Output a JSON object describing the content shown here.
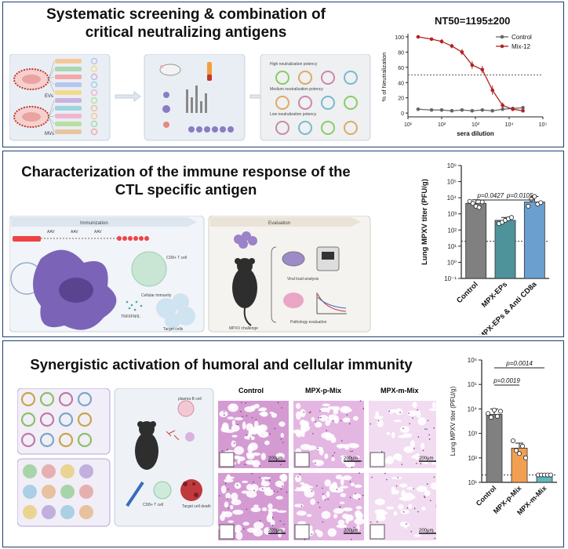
{
  "panel1": {
    "title_line1": "Systematic screening & combination of",
    "title_line2": "critical neutralizing antigens",
    "ev_label": "EVs",
    "mv_label": "MVs",
    "legend_high": "High neutralization potency",
    "legend_medium": "Medium neutralization potency",
    "legend_low": "Low neutralization potency"
  },
  "panel2": {
    "title_line1": "Characterization of the immune response of the",
    "title_line2": "CTL specific antigen",
    "immunization_label": "Immunization",
    "evaluation_label": "Evaluation",
    "aav_label": "AAV",
    "cd8_label": "CD8+ T cell",
    "cellular_label": "Cellular immunity",
    "cytokine_label": "TNF/IFN/IL",
    "target_label": "Target cells",
    "challenge_label": "MPXV challenge",
    "viral_label": "Viral load analysis",
    "pathology_label": "Pathology evaluation"
  },
  "panel3": {
    "title": "Synergistic activation of humoral and cellular immunity",
    "plasma_label": "plasma B cell",
    "cd8_label": "CD8+ T cell",
    "death_label": "Target cell death",
    "histo_cols": [
      "Control",
      "MPX-p-Mix",
      "MPX-m-Mix"
    ],
    "scale_label": "200μm"
  },
  "chart_data": [
    {
      "type": "line",
      "title": "NT50=1195±200",
      "xlabel": "sera dilution",
      "ylabel": "% of Neutralization",
      "xscale": "log",
      "xlim": [
        10,
        100000
      ],
      "ylim": [
        -5,
        100
      ],
      "x_ticks": [
        "10¹",
        "10²",
        "10³",
        "10⁴",
        "10⁵"
      ],
      "y_ticks": [
        "0",
        "20",
        "40",
        "60",
        "80",
        "100"
      ],
      "reference_line_y": 50,
      "legend_position": "top-right",
      "colors": {
        "Control": "#666666",
        "Mix-12": "#b22222"
      },
      "series": [
        {
          "name": "Control",
          "x": [
            20,
            50,
            100,
            200,
            400,
            800,
            1600,
            3200,
            6400,
            12800,
            25600
          ],
          "y": [
            5,
            4,
            4,
            3,
            4,
            3,
            4,
            3,
            5,
            6,
            7
          ],
          "err": [
            1,
            1,
            1,
            1,
            1,
            1,
            1,
            1,
            1,
            1,
            1
          ]
        },
        {
          "name": "Mix-12",
          "x": [
            20,
            50,
            100,
            200,
            400,
            800,
            1600,
            3200,
            6400,
            12800,
            25600
          ],
          "y": [
            100,
            97,
            94,
            88,
            80,
            63,
            57,
            30,
            10,
            5,
            3
          ],
          "err": [
            1,
            2,
            3,
            3,
            4,
            5,
            5,
            6,
            4,
            2,
            1
          ]
        }
      ]
    },
    {
      "type": "bar",
      "ylabel": "Lung MPXV titer (PFU/g)",
      "yscale": "log",
      "ylim": [
        0.1,
        1000000
      ],
      "y_ticks": [
        "10⁻¹",
        "10⁰",
        "10¹",
        "10²",
        "10³",
        "10⁴",
        "10⁵",
        "10⁶"
      ],
      "categories": [
        "Control",
        "MPX-EPs",
        "MPX-EPs & Anti CD8a"
      ],
      "values": [
        4500,
        400,
        5500
      ],
      "error_high": [
        7500,
        600,
        12000
      ],
      "points": [
        [
          6000,
          4500,
          3000,
          2500,
          5500
        ],
        [
          250,
          300,
          400,
          500,
          600
        ],
        [
          3000,
          8000,
          12000,
          4000,
          5000
        ]
      ],
      "colors": [
        "#808080",
        "#4d9399",
        "#6a9fd0"
      ],
      "detection_limit": 20,
      "annotations": [
        {
          "text": "p=0.0427",
          "from": 0,
          "to": 1
        },
        {
          "text": "p=0.0105",
          "from": 1,
          "to": 2
        }
      ]
    },
    {
      "type": "bar",
      "ylabel": "Lung MPXV titer (PFU/g)",
      "yscale": "log",
      "ylim": [
        10,
        1000000
      ],
      "y_ticks": [
        "10¹",
        "10²",
        "10³",
        "10⁴",
        "10⁵",
        "10⁶"
      ],
      "categories": [
        "Control",
        "MPX-p-Mix",
        "MPX-m-Mix"
      ],
      "values": [
        6000,
        250,
        20
      ],
      "error_high": [
        10000,
        400,
        20
      ],
      "points": [
        [
          6500,
          4500,
          9000,
          5000,
          8000
        ],
        [
          500,
          200,
          150,
          300,
          100
        ],
        [
          20,
          20,
          20,
          20,
          20
        ]
      ],
      "colors": [
        "#808080",
        "#f0a050",
        "#5fb8c0"
      ],
      "detection_limit": 20,
      "annotations": [
        {
          "text": "p=0.0019",
          "from": 0,
          "to": 1
        },
        {
          "text": "p=0.0014",
          "from": 0,
          "to": 2
        }
      ]
    }
  ]
}
